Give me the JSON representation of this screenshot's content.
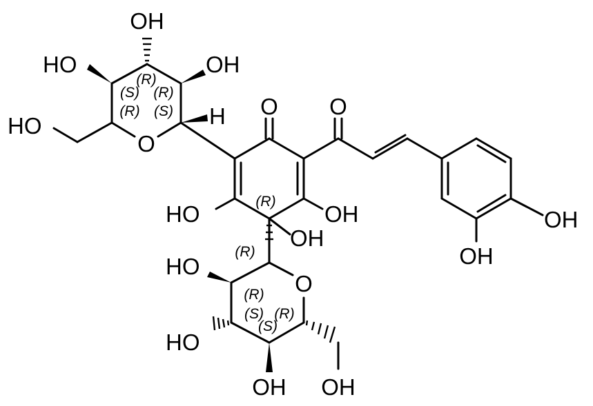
{
  "atoms": {
    "oh_top_sugar_top": "OH",
    "ho_top_sugar_left": "HO",
    "oh_top_sugar_right": "OH",
    "ho_top_sugar_ch2oh": "HO",
    "o_top_sugar_ring": "O",
    "h_top_sugar_anomeric": "H",
    "o_ketone_ring": "O",
    "o_ketone_chain": "O",
    "ho_ring_left": "HO",
    "oh_ring_right": "OH",
    "oh_ring_quaternary": "OH",
    "oh_phenyl_para": "OH",
    "oh_phenyl_meta": "OH",
    "ho_bottom_sugar_left": "HO",
    "o_bottom_sugar_ring": "O",
    "ho_bottom_sugar_lower_left": "HO",
    "oh_bottom_sugar_bottom": "OH",
    "oh_bottom_sugar_ch2oh": "OH"
  },
  "stereo_labels": {
    "top_sugar_c3": "(R)",
    "top_sugar_c4": "(S)",
    "top_sugar_c2": "(R)",
    "top_sugar_c5": "(R)",
    "top_sugar_c1": "(S)",
    "ring_quaternary": "(R)",
    "bottom_sugar_c1": "(R)",
    "bottom_sugar_c2": "(R)",
    "bottom_sugar_c3": "(S)",
    "bottom_sugar_c4": "(R)",
    "bottom_sugar_c5": "(S)"
  }
}
